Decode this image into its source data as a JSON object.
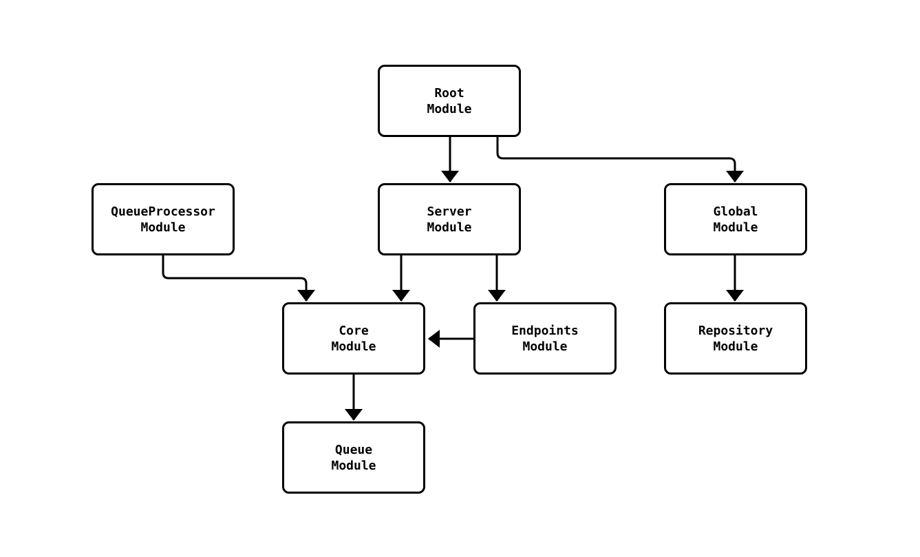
{
  "diagram": {
    "type": "flowchart",
    "colors": {
      "background": "#ffffff",
      "node_fill": "#ffffff",
      "stroke": "#000000",
      "text": "#000000"
    },
    "nodes": {
      "root": {
        "line1": "Root",
        "line2": "Module"
      },
      "queueprocessor": {
        "line1": "QueueProcessor",
        "line2": "Module"
      },
      "server": {
        "line1": "Server",
        "line2": "Module"
      },
      "global": {
        "line1": "Global",
        "line2": "Module"
      },
      "core": {
        "line1": "Core",
        "line2": "Module"
      },
      "endpoints": {
        "line1": "Endpoints",
        "line2": "Module"
      },
      "repository": {
        "line1": "Repository",
        "line2": "Module"
      },
      "queue": {
        "line1": "Queue",
        "line2": "Module"
      }
    },
    "edges": [
      {
        "from": "Root Module",
        "to": "Server Module"
      },
      {
        "from": "Root Module",
        "to": "Global Module"
      },
      {
        "from": "QueueProcessor Module",
        "to": "Core Module"
      },
      {
        "from": "Server Module",
        "to": "Core Module"
      },
      {
        "from": "Server Module",
        "to": "Endpoints Module"
      },
      {
        "from": "Endpoints Module",
        "to": "Core Module"
      },
      {
        "from": "Core Module",
        "to": "Queue Module"
      },
      {
        "from": "Global Module",
        "to": "Repository Module"
      }
    ]
  }
}
